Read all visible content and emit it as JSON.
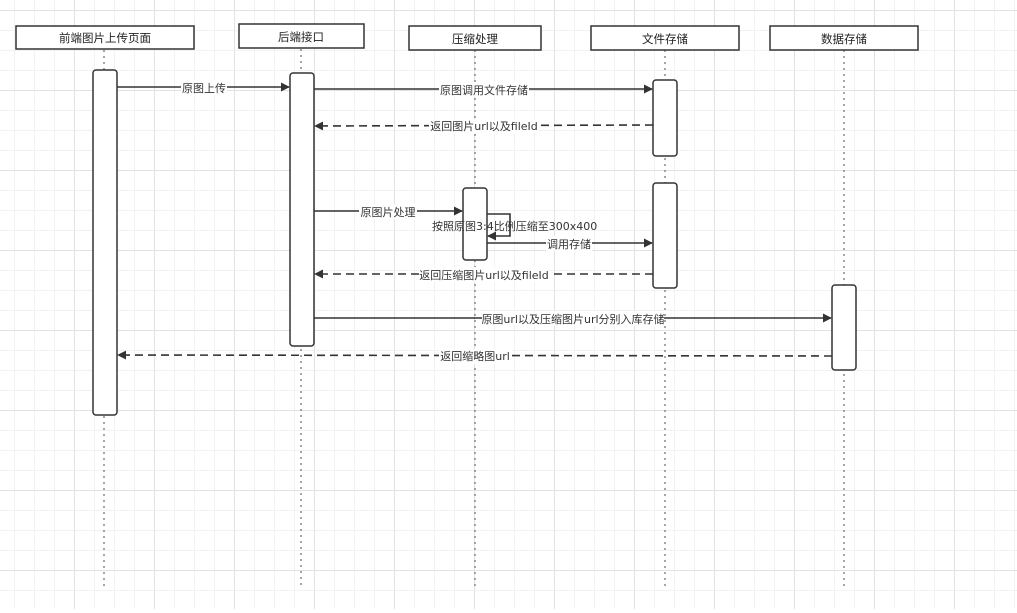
{
  "participants": [
    {
      "id": "frontend",
      "label": "前端图片上传页面"
    },
    {
      "id": "backend",
      "label": "后端接口"
    },
    {
      "id": "compress",
      "label": "压缩处理"
    },
    {
      "id": "filestore",
      "label": "文件存储"
    },
    {
      "id": "datastore",
      "label": "数据存储"
    }
  ],
  "messages": [
    {
      "from": "frontend",
      "to": "backend",
      "label": "原图上传",
      "style": "solid"
    },
    {
      "from": "backend",
      "to": "filestore",
      "label": "原图调用文件存储",
      "style": "solid"
    },
    {
      "from": "filestore",
      "to": "backend",
      "label": "返回图片url以及fileId",
      "style": "dashed"
    },
    {
      "from": "backend",
      "to": "compress",
      "label": "原图片处理",
      "style": "solid"
    },
    {
      "from": "compress",
      "to": "compress",
      "label": "按照原图3:4比例压缩至300x400",
      "style": "self"
    },
    {
      "from": "compress",
      "to": "filestore",
      "label": "调用存储",
      "style": "solid"
    },
    {
      "from": "filestore",
      "to": "backend",
      "label": "返回压缩图片url以及fileId",
      "style": "dashed"
    },
    {
      "from": "backend",
      "to": "datastore",
      "label": "原图url以及压缩图片url分别入库存储",
      "style": "solid"
    },
    {
      "from": "datastore",
      "to": "frontend",
      "label": "返回缩略图url",
      "style": "dashed"
    }
  ],
  "colors": {
    "line": "#333333",
    "box_fill": "#ffffff",
    "lifeline": "#888888",
    "grid": "#e2e2e2"
  }
}
